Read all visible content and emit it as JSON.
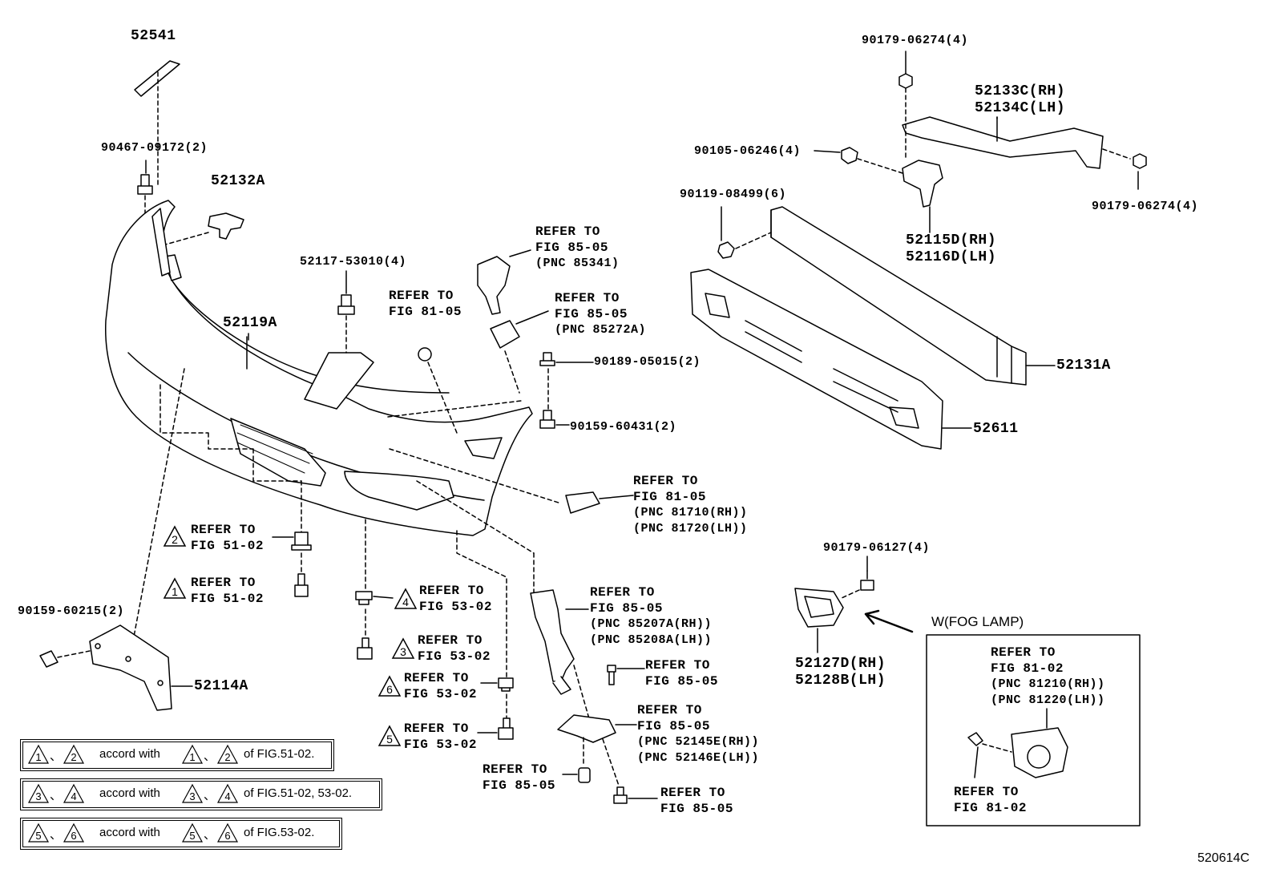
{
  "parts": {
    "p52541": "52541",
    "p90467": "90467-09172(2)",
    "p52132A": "52132A",
    "p52119A": "52119A",
    "p52117": "52117-53010(4)",
    "p90189": "90189-05015(2)",
    "p90159_60431": "90159-60431(2)",
    "p90159_60215": "90159-60215(2)",
    "p52114A": "52114A",
    "p90179_top": "90179-06274(4)",
    "p52133C": "52133C(RH)",
    "p52134C": "52134C(LH)",
    "p90105": "90105-06246(4)",
    "p90179_right": "90179-06274(4)",
    "p90119": "90119-08499(6)",
    "p52115D": "52115D(RH)",
    "p52116D": "52116D(LH)",
    "p52131A": "52131A",
    "p52611": "52611",
    "p90179_06127": "90179-06127(4)",
    "p52127D": "52127D(RH)",
    "p52128B": "52128B(LH)"
  },
  "refs": {
    "r_85341": [
      "REFER TO",
      "FIG 85-05",
      "(PNC 85341)"
    ],
    "r_81_05_a": [
      "REFER TO",
      "FIG 81-05"
    ],
    "r_85272A": [
      "REFER TO",
      "FIG 85-05",
      "(PNC 85272A)"
    ],
    "r_81710": [
      "REFER TO",
      "FIG 81-05",
      "(PNC 81710(RH))",
      "(PNC 81720(LH))"
    ],
    "r_85207A": [
      "REFER TO",
      "FIG 85-05",
      "(PNC 85207A(RH))",
      "(PNC 85208A(LH))"
    ],
    "r_85_05_a": [
      "REFER TO",
      "FIG 85-05"
    ],
    "r_52145E": [
      "REFER TO",
      "FIG 85-05",
      "(PNC 52145E(RH))",
      "(PNC 52146E(LH))"
    ],
    "r_85_05_b": [
      "REFER TO",
      "FIG 85-05"
    ],
    "r_85_05_c": [
      "REFER TO",
      "FIG 85-05"
    ],
    "r_51_02_2": [
      "REFER TO",
      "FIG 51-02"
    ],
    "r_51_02_1": [
      "REFER TO",
      "FIG 51-02"
    ],
    "r_53_02_4": [
      "REFER TO",
      "FIG 53-02"
    ],
    "r_53_02_3": [
      "REFER TO",
      "FIG 53-02"
    ],
    "r_53_02_6": [
      "REFER TO",
      "FIG 53-02"
    ],
    "r_53_02_5": [
      "REFER TO",
      "FIG 53-02"
    ],
    "r_81210": [
      "REFER TO",
      "FIG 81-02",
      "(PNC 81210(RH))",
      "(PNC 81220(LH))"
    ],
    "r_81_02_b": [
      "REFER TO",
      "FIG 81-02"
    ]
  },
  "triangles": {
    "t2": "2",
    "t1": "1",
    "t4": "4",
    "t3": "3",
    "t6": "6",
    "t5": "5"
  },
  "fog_caption": "W(FOG LAMP)",
  "legend": [
    {
      "a": "1",
      "b": "2",
      "accord": "accord with",
      "c": "1",
      "d": "2",
      "of": "of FIG.51-02."
    },
    {
      "a": "3",
      "b": "4",
      "accord": "accord with",
      "c": "3",
      "d": "4",
      "of": "of FIG.51-02, 53-02."
    },
    {
      "a": "5",
      "b": "6",
      "accord": "accord with",
      "c": "5",
      "d": "6",
      "of": "of FIG.53-02."
    }
  ],
  "legend_sep": "、",
  "figure_id": "520614C"
}
